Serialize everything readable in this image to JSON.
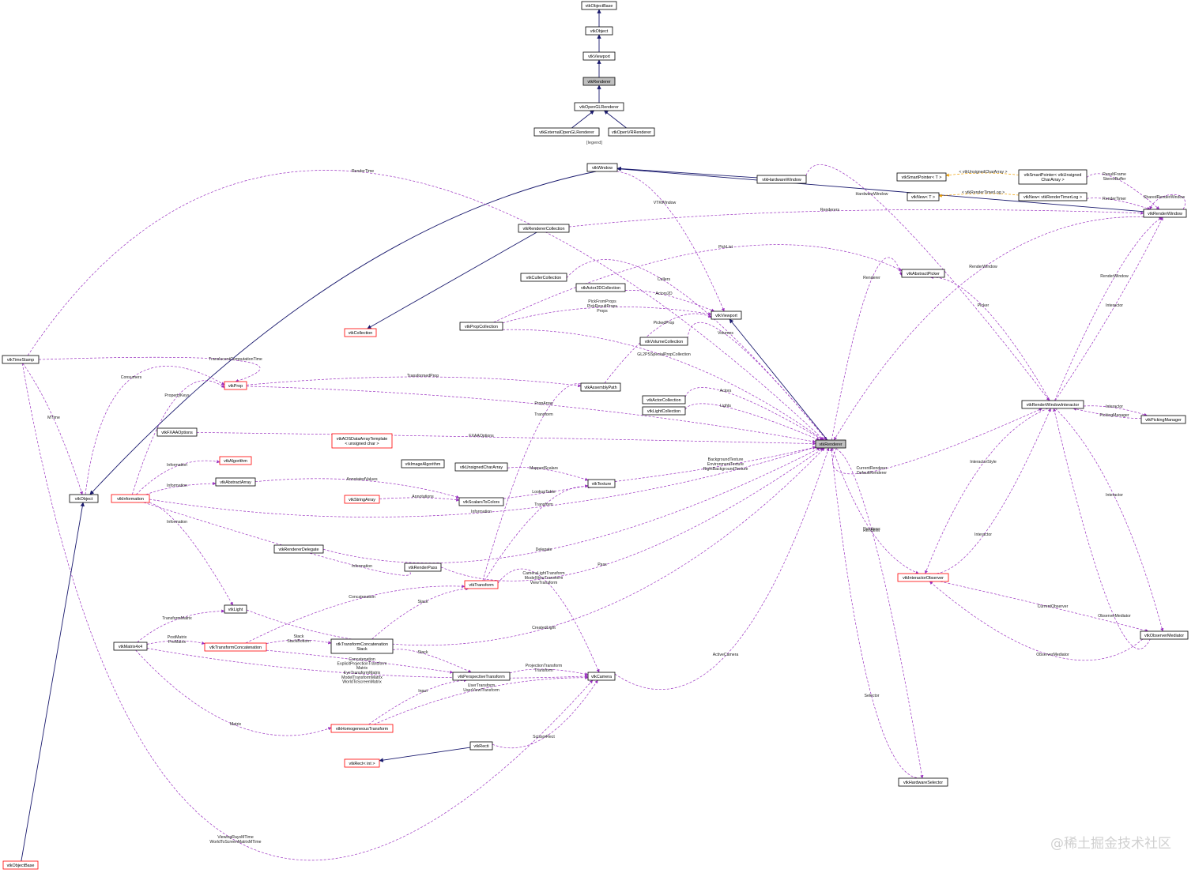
{
  "legend": "[legend]",
  "watermark": "@稀土掘金技术社区",
  "colors": {
    "inherit": "#1a1a6e",
    "usage": "#9a30c0",
    "template": "#f0a000",
    "current_fill": "#bfbfbf",
    "incomplete_border": "#ff0000"
  },
  "nodes": [
    {
      "id": "vtkObjectBase_top",
      "label": "vtkObjectBase",
      "current": false,
      "incomplete": false
    },
    {
      "id": "vtkObject_top",
      "label": "vtkObject",
      "current": false,
      "incomplete": false
    },
    {
      "id": "vtkViewport_top",
      "label": "vtkViewport",
      "current": false,
      "incomplete": false
    },
    {
      "id": "vtkRenderer_top",
      "label": "vtkRenderer",
      "current": true,
      "incomplete": false
    },
    {
      "id": "vtkOpenGLRenderer",
      "label": "vtkOpenGLRenderer",
      "current": false,
      "incomplete": false
    },
    {
      "id": "vtkExternalOpenGLRenderer",
      "label": "vtkExternalOpenGLRenderer",
      "current": false,
      "incomplete": false
    },
    {
      "id": "vtkOpenVRRenderer",
      "label": "vtkOpenVRRenderer",
      "current": false,
      "incomplete": false
    },
    {
      "id": "vtkWindow",
      "label": "vtkWindow",
      "current": false,
      "incomplete": false
    },
    {
      "id": "vtkHardwareWindow",
      "label": "vtkHardwareWindow",
      "current": false,
      "incomplete": false
    },
    {
      "id": "vtkSmartPointerT",
      "label": "vtkSmartPointer< T >",
      "current": false,
      "incomplete": false
    },
    {
      "id": "vtkSmartPointerUCA",
      "label": "vtkSmartPointer< vtkUnsigned\nCharArray >",
      "current": false,
      "incomplete": false
    },
    {
      "id": "vtkNewT",
      "label": "vtkNew< T >",
      "current": false,
      "incomplete": false
    },
    {
      "id": "vtkNewRTL",
      "label": "vtkNew< vtkRenderTimerLog >",
      "current": false,
      "incomplete": false
    },
    {
      "id": "vtkRenderWindow",
      "label": "vtkRenderWindow",
      "current": false,
      "incomplete": false
    },
    {
      "id": "vtkRendererCollection",
      "label": "vtkRendererCollection",
      "current": false,
      "incomplete": false
    },
    {
      "id": "vtkAbstractPicker",
      "label": "vtkAbstractPicker",
      "current": false,
      "incomplete": false
    },
    {
      "id": "vtkCullerCollection",
      "label": "vtkCullerCollection",
      "current": false,
      "incomplete": false
    },
    {
      "id": "vtkActor2DCollection",
      "label": "vtkActor2DCollection",
      "current": false,
      "incomplete": false
    },
    {
      "id": "vtkViewport",
      "label": "vtkViewport",
      "current": false,
      "incomplete": false
    },
    {
      "id": "vtkPropCollection",
      "label": "vtkPropCollection",
      "current": false,
      "incomplete": false
    },
    {
      "id": "vtkCollection",
      "label": "vtkCollection",
      "current": false,
      "incomplete": true
    },
    {
      "id": "vtkVolumeCollection",
      "label": "vtkVolumeCollection",
      "current": false,
      "incomplete": false
    },
    {
      "id": "vtkTimeStamp",
      "label": "vtkTimeStamp",
      "current": false,
      "incomplete": false
    },
    {
      "id": "vtkProp",
      "label": "vtkProp",
      "current": false,
      "incomplete": true
    },
    {
      "id": "vtkAssemblyPath",
      "label": "vtkAssemblyPath",
      "current": false,
      "incomplete": false
    },
    {
      "id": "vtkActorCollection",
      "label": "vtkActorCollection",
      "current": false,
      "incomplete": false
    },
    {
      "id": "vtkLightCollection",
      "label": "vtkLightCollection",
      "current": false,
      "incomplete": false
    },
    {
      "id": "vtkRenderWindowInteractor",
      "label": "vtkRenderWindowInteractor",
      "current": false,
      "incomplete": false
    },
    {
      "id": "vtkPickingManager",
      "label": "vtkPickingManager",
      "current": false,
      "incomplete": false
    },
    {
      "id": "vtkFXAAOptions",
      "label": "vtkFXAAOptions",
      "current": false,
      "incomplete": false
    },
    {
      "id": "vtkRenderer",
      "label": "vtkRenderer",
      "current": true,
      "incomplete": false
    },
    {
      "id": "vtkAOSDataArrayTemplate",
      "label": "vtkAOSDataArrayTemplate\n< unsigned char >",
      "current": false,
      "incomplete": true
    },
    {
      "id": "vtkAlgorithm",
      "label": "vtkAlgorithm",
      "current": false,
      "incomplete": true
    },
    {
      "id": "vtkImageAlgorithm",
      "label": "vtkImageAlgorithm",
      "current": false,
      "incomplete": false
    },
    {
      "id": "vtkUnsignedCharArray",
      "label": "vtkUnsignedCharArray",
      "current": false,
      "incomplete": false
    },
    {
      "id": "vtkAbstractArray",
      "label": "vtkAbstractArray",
      "current": false,
      "incomplete": false
    },
    {
      "id": "vtkTexture",
      "label": "vtkTexture",
      "current": false,
      "incomplete": false
    },
    {
      "id": "vtkObject",
      "label": "vtkObject",
      "current": false,
      "incomplete": false
    },
    {
      "id": "vtkInformation",
      "label": "vtkInformation",
      "current": false,
      "incomplete": true
    },
    {
      "id": "vtkStringArray",
      "label": "vtkStringArray",
      "current": false,
      "incomplete": true
    },
    {
      "id": "vtkScalarsToColors",
      "label": "vtkScalarsToColors",
      "current": false,
      "incomplete": false
    },
    {
      "id": "vtkRendererDelegate",
      "label": "vtkRendererDelegate",
      "current": false,
      "incomplete": false
    },
    {
      "id": "vtkRenderPass",
      "label": "vtkRenderPass",
      "current": false,
      "incomplete": false
    },
    {
      "id": "vtkTransform",
      "label": "vtkTransform",
      "current": false,
      "incomplete": true
    },
    {
      "id": "vtkInteractorObserver",
      "label": "vtkInteractorObserver",
      "current": false,
      "incomplete": true
    },
    {
      "id": "vtkLight",
      "label": "vtkLight",
      "current": false,
      "incomplete": false
    },
    {
      "id": "vtkMatrix4x4",
      "label": "vtkMatrix4x4",
      "current": false,
      "incomplete": false
    },
    {
      "id": "vtkTransformConcatenation",
      "label": "vtkTransformConcatenation",
      "current": false,
      "incomplete": true
    },
    {
      "id": "vtkTransformConcatenationStack",
      "label": "vtkTransformConcatenation\nStack",
      "current": false,
      "incomplete": false
    },
    {
      "id": "vtkObserverMediator",
      "label": "vtkObserverMediator",
      "current": false,
      "incomplete": false
    },
    {
      "id": "vtkPerspectiveTransform",
      "label": "vtkPerspectiveTransform",
      "current": false,
      "incomplete": false
    },
    {
      "id": "vtkCamera",
      "label": "vtkCamera",
      "current": false,
      "incomplete": false
    },
    {
      "id": "vtkHomogeneousTransform",
      "label": "vtkHomogeneousTransform",
      "current": false,
      "incomplete": true
    },
    {
      "id": "vtkRecti",
      "label": "vtkRecti",
      "current": false,
      "incomplete": false
    },
    {
      "id": "vtkRectInt",
      "label": "vtkRect< int >",
      "current": false,
      "incomplete": true
    },
    {
      "id": "vtkHardwareSelector",
      "label": "vtkHardwareSelector",
      "current": false,
      "incomplete": false
    },
    {
      "id": "vtkObjectBase",
      "label": "vtkObjectBase",
      "current": false,
      "incomplete": true
    }
  ],
  "edges": [
    {
      "from": "vtkObject_top",
      "to": "vtkObjectBase_top",
      "kind": "inherit",
      "label": ""
    },
    {
      "from": "vtkViewport_top",
      "to": "vtkObject_top",
      "kind": "inherit",
      "label": ""
    },
    {
      "from": "vtkRenderer_top",
      "to": "vtkViewport_top",
      "kind": "inherit",
      "label": ""
    },
    {
      "from": "vtkOpenGLRenderer",
      "to": "vtkRenderer_top",
      "kind": "inherit",
      "label": ""
    },
    {
      "from": "vtkExternalOpenGLRenderer",
      "to": "vtkOpenGLRenderer",
      "kind": "inherit",
      "label": ""
    },
    {
      "from": "vtkOpenVRRenderer",
      "to": "vtkOpenGLRenderer",
      "kind": "inherit",
      "label": ""
    },
    {
      "from": "vtkWindow",
      "to": "vtkObject",
      "kind": "inherit",
      "label": ""
    },
    {
      "from": "vtkHardwareWindow",
      "to": "vtkWindow",
      "kind": "inherit",
      "label": ""
    },
    {
      "from": "vtkRenderWindow",
      "to": "vtkWindow",
      "kind": "inherit",
      "label": ""
    },
    {
      "from": "vtkSmartPointerUCA",
      "to": "vtkSmartPointerT",
      "kind": "template",
      "label": "< vtkUnsignedCharArray >"
    },
    {
      "from": "vtkNewRTL",
      "to": "vtkNewT",
      "kind": "template",
      "label": "< vtkRenderTimerLog >"
    },
    {
      "from": "vtkSmartPointerUCA",
      "to": "vtkRenderWindow",
      "kind": "usage",
      "label": "ResultFrame\nStereoBuffer"
    },
    {
      "from": "vtkNewRTL",
      "to": "vtkRenderWindow",
      "kind": "usage",
      "label": "RenderTimer"
    },
    {
      "from": "vtkRenderWindow",
      "to": "vtkRenderWindow",
      "kind": "usage",
      "label": "SharedRenderWindow"
    },
    {
      "from": "vtkHardwareWindow",
      "to": "vtkRenderWindowInteractor",
      "kind": "usage",
      "label": "HardwareWindow"
    },
    {
      "from": "vtkTimeStamp",
      "to": "vtkRenderer",
      "kind": "usage",
      "label": "RenderTime"
    },
    {
      "from": "vtkWindow",
      "to": "vtkViewport",
      "kind": "usage",
      "label": "VTKWindow"
    },
    {
      "from": "vtkRendererCollection",
      "to": "vtkRenderWindow",
      "kind": "usage",
      "label": "Renderers"
    },
    {
      "from": "vtkRendererCollection",
      "to": "vtkCollection",
      "kind": "inherit",
      "label": ""
    },
    {
      "from": "vtkPropCollection",
      "to": "vtkAbstractPicker",
      "kind": "usage",
      "label": "PickList"
    },
    {
      "from": "vtkRenderer",
      "to": "vtkAbstractPicker",
      "kind": "usage",
      "label": "Renderer"
    },
    {
      "from": "vtkRenderWindow",
      "to": "vtkRenderer",
      "kind": "usage",
      "label": "RenderWindow"
    },
    {
      "from": "vtkCullerCollection",
      "to": "vtkRenderer",
      "kind": "usage",
      "label": "Cullers"
    },
    {
      "from": "vtkActor2DCollection",
      "to": "vtkViewport",
      "kind": "usage",
      "label": "Actors2D"
    },
    {
      "from": "vtkPropCollection",
      "to": "vtkViewport",
      "kind": "usage",
      "label": "PickFromProps\nPickResultProps\nProps"
    },
    {
      "from": "vtkAssemblyPath",
      "to": "vtkViewport",
      "kind": "usage",
      "label": "PickedProp"
    },
    {
      "from": "vtkVolumeCollection",
      "to": "vtkRenderer",
      "kind": "usage",
      "label": "Volumes"
    },
    {
      "from": "vtkPropCollection",
      "to": "vtkRenderer",
      "kind": "usage",
      "label": "GL2PSSpecialPropCollection"
    },
    {
      "from": "vtkTimeStamp",
      "to": "vtkProp",
      "kind": "usage",
      "label": "TranslucentComputationTime"
    },
    {
      "from": "vtkProp",
      "to": "vtkAssemblyPath",
      "kind": "usage",
      "label": "TransformedProp"
    },
    {
      "from": "vtkActorCollection",
      "to": "vtkRenderer",
      "kind": "usage",
      "label": "Actors"
    },
    {
      "from": "vtkLightCollection",
      "to": "vtkRenderer",
      "kind": "usage",
      "label": "Lights"
    },
    {
      "from": "vtkProp",
      "to": "vtkRenderer",
      "kind": "usage",
      "label": "PropArray"
    },
    {
      "from": "vtkTransform",
      "to": "vtkAssemblyPath",
      "kind": "usage",
      "label": "Transform"
    },
    {
      "from": "vtkFXAAOptions",
      "to": "vtkRenderer",
      "kind": "usage",
      "label": "FXAAOptions"
    },
    {
      "from": "vtkRenderWindowInteractor",
      "to": "vtkAbstractPicker",
      "kind": "usage",
      "label": "Picker"
    },
    {
      "from": "vtkRenderWindowInteractor",
      "to": "vtkRenderWindow",
      "kind": "usage",
      "label": "RenderWindow"
    },
    {
      "from": "vtkRenderWindowInteractor",
      "to": "vtkRenderWindow",
      "kind": "usage",
      "label": "Interactor"
    },
    {
      "from": "vtkRenderWindowInteractor",
      "to": "vtkPickingManager",
      "kind": "usage",
      "label": "Interactor"
    },
    {
      "from": "vtkPickingManager",
      "to": "vtkRenderWindowInteractor",
      "kind": "usage",
      "label": "PickingManager"
    },
    {
      "from": "vtkInformation",
      "to": "vtkAlgorithm",
      "kind": "usage",
      "label": "Information"
    },
    {
      "from": "vtkInformation",
      "to": "vtkAbstractArray",
      "kind": "usage",
      "label": "Information"
    },
    {
      "from": "vtkAbstractArray",
      "to": "vtkScalarsToColors",
      "kind": "usage",
      "label": "AnnotatedValues"
    },
    {
      "from": "vtkStringArray",
      "to": "vtkScalarsToColors",
      "kind": "usage",
      "label": "Annotations"
    },
    {
      "from": "vtkUnsignedCharArray",
      "to": "vtkTexture",
      "kind": "usage",
      "label": "MappedScalars"
    },
    {
      "from": "vtkScalarsToColors",
      "to": "vtkTexture",
      "kind": "usage",
      "label": "LookupTable"
    },
    {
      "from": "vtkTexture",
      "to": "vtkRenderer",
      "kind": "usage",
      "label": "BackgroundTexture\nEnvironmentTexture\nRightBackgroundTexture"
    },
    {
      "from": "vtkTransform",
      "to": "vtkTexture",
      "kind": "usage",
      "label": "Transform"
    },
    {
      "from": "vtkInformation",
      "to": "vtkRenderer",
      "kind": "usage",
      "label": "Information"
    },
    {
      "from": "vtkRenderer",
      "to": "vtkRenderWindowInteractor",
      "kind": "usage",
      "label": "CurrentRenderer\nDefaultRenderer"
    },
    {
      "from": "vtkRenderWindowInteractor",
      "to": "vtkInteractorObserver",
      "kind": "usage",
      "label": "InteractorStyle"
    },
    {
      "from": "vtkRendererDelegate",
      "to": "vtkRenderer",
      "kind": "usage",
      "label": "Delegate"
    },
    {
      "from": "vtkRenderPass",
      "to": "vtkRenderer",
      "kind": "usage",
      "label": "Pass"
    },
    {
      "from": "vtkInformation",
      "to": "vtkRenderPass",
      "kind": "usage",
      "label": "Information"
    },
    {
      "from": "vtkRenderer",
      "to": "vtkInteractorObserver",
      "kind": "usage",
      "label": "Renderer"
    },
    {
      "from": "vtkInteractorObserver",
      "to": "vtkRenderWindowInteractor",
      "kind": "usage",
      "label": "Interactor"
    },
    {
      "from": "vtkObserverMediator",
      "to": "vtkInteractorObserver",
      "kind": "usage",
      "label": "ObserverMediator"
    },
    {
      "from": "vtkInteractorObserver",
      "to": "vtkObserverMediator",
      "kind": "usage",
      "label": "CurrentObserver"
    },
    {
      "from": "vtkRenderWindowInteractor",
      "to": "vtkObserverMediator",
      "kind": "usage",
      "label": "Interactor"
    },
    {
      "from": "vtkObserverMediator",
      "to": "vtkRenderWindowInteractor",
      "kind": "usage",
      "label": "ObserverMediator"
    },
    {
      "from": "vtkTransformConcatenation",
      "to": "vtkTransform",
      "kind": "usage",
      "label": "Concatenation"
    },
    {
      "from": "vtkTransformConcatenationStack",
      "to": "vtkTransform",
      "kind": "usage",
      "label": "Stack"
    },
    {
      "from": "vtkTransform",
      "to": "vtkCamera",
      "kind": "usage",
      "label": "CameraLightTransform\nModelViewTransform\nViewTransform"
    },
    {
      "from": "vtkLight",
      "to": "vtkRenderer",
      "kind": "usage",
      "label": "CreatedLight"
    },
    {
      "from": "vtkMatrix4x4",
      "to": "vtkLight",
      "kind": "usage",
      "label": "TransformMatrix"
    },
    {
      "from": "vtkMatrix4x4",
      "to": "vtkTransformConcatenation",
      "kind": "usage",
      "label": "PostMatrix\nPreMatrix"
    },
    {
      "from": "vtkTransformConcatenation",
      "to": "vtkTransformConcatenationStack",
      "kind": "usage",
      "label": "Stack\nStackBottom"
    },
    {
      "from": "vtkTransformConcatenation",
      "to": "vtkPerspectiveTransform",
      "kind": "usage",
      "label": "Concatenation"
    },
    {
      "from": "vtkTransformConcatenationStack",
      "to": "vtkPerspectiveTransform",
      "kind": "usage",
      "label": "Stack"
    },
    {
      "from": "vtkPerspectiveTransform",
      "to": "vtkCamera",
      "kind": "usage",
      "label": "ProjectionTransform\nTransform"
    },
    {
      "from": "vtkCamera",
      "to": "vtkRenderer",
      "kind": "usage",
      "label": "ActiveCamera"
    },
    {
      "from": "vtkMatrix4x4",
      "to": "vtkCamera",
      "kind": "usage",
      "label": "ExplicitProjectionTransform\nMatrix\nEyeTransformMatrix\nModelTransformMatrix\nWorldToScreenMatrix"
    },
    {
      "from": "vtkHomogeneousTransform",
      "to": "vtkPerspectiveTransform",
      "kind": "usage",
      "label": "Input"
    },
    {
      "from": "vtkHomogeneousTransform",
      "to": "vtkCamera",
      "kind": "usage",
      "label": "UserTransform\nUserViewTransform"
    },
    {
      "from": "vtkMatrix4x4",
      "to": "vtkHomogeneousTransform",
      "kind": "usage",
      "label": "Matrix"
    },
    {
      "from": "vtkRecti",
      "to": "vtkCamera",
      "kind": "usage",
      "label": "ScissorRect"
    },
    {
      "from": "vtkRecti",
      "to": "vtkRectInt",
      "kind": "inherit",
      "label": ""
    },
    {
      "from": "vtkRenderer",
      "to": "vtkHardwareSelector",
      "kind": "usage",
      "label": "Renderer"
    },
    {
      "from": "vtkHardwareSelector",
      "to": "vtkRenderer",
      "kind": "usage",
      "label": "Selector"
    },
    {
      "from": "vtkTimeStamp",
      "to": "vtkCamera",
      "kind": "usage",
      "label": "ViewingRaysMTime\nWorldToScreenMatrixMTime"
    },
    {
      "from": "vtkTimeStamp",
      "to": "vtkObject",
      "kind": "usage",
      "label": "MTime"
    },
    {
      "from": "vtkObject",
      "to": "vtkProp",
      "kind": "usage",
      "label": "Consumers"
    },
    {
      "from": "vtkInformation",
      "to": "vtkProp",
      "kind": "usage",
      "label": "PropertyKeys"
    },
    {
      "from": "vtkInformation",
      "to": "vtkLight",
      "kind": "usage",
      "label": "Information"
    },
    {
      "from": "vtkObjectBase",
      "to": "vtkObject",
      "kind": "inherit",
      "label": ""
    },
    {
      "from": "vtkRenderer",
      "to": "vtkViewport",
      "kind": "inherit",
      "label": ""
    }
  ]
}
